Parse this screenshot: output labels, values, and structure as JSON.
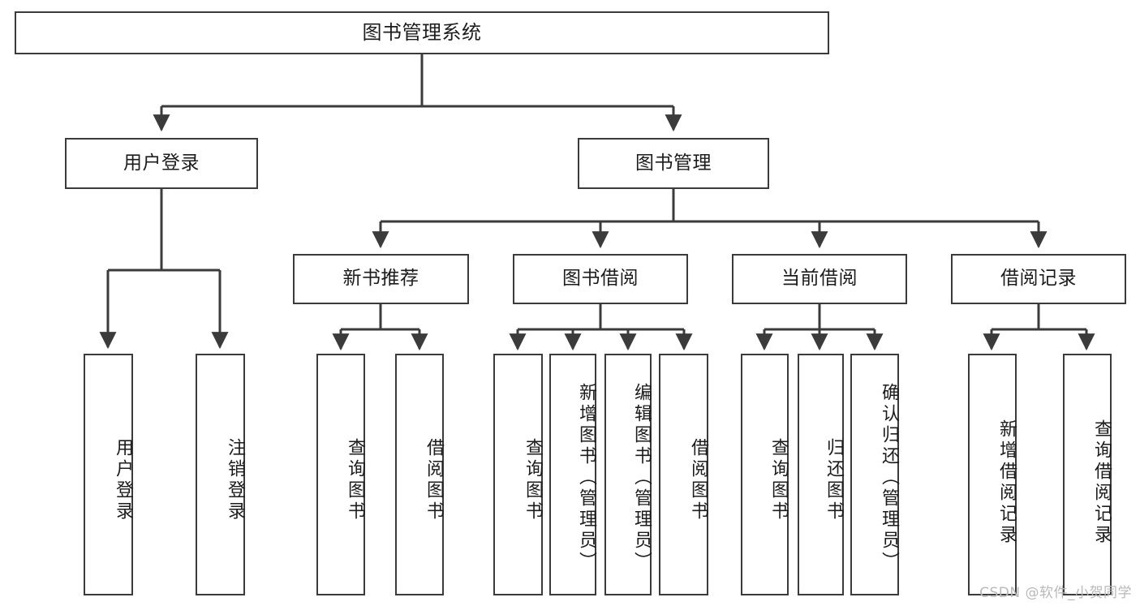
{
  "diagram": {
    "title": "图书管理系统",
    "watermark": "CSDN @软件_小贺同学",
    "line_color": "#3b3b3b",
    "box_fill": "#ffffff",
    "text_color": "#1c1c1c",
    "nodes": {
      "root": "图书管理系统",
      "level2": {
        "user_login": "用户登录",
        "book_manage": "图书管理"
      },
      "level3": {
        "new_book_recommend": "新书推荐",
        "book_borrow": "图书借阅",
        "current_borrow": "当前借阅",
        "borrow_record": "借阅记录"
      },
      "leaves": {
        "user_login": [
          "用户登录",
          "注销登录"
        ],
        "new_book_recommend": [
          "查询图书",
          "借阅图书"
        ],
        "book_borrow": [
          "查询图书",
          "新增图书（管理员）",
          "编辑图书（管理员）",
          "借阅图书"
        ],
        "current_borrow": [
          "查询图书",
          "归还图书",
          "确认归还（管理员）"
        ],
        "borrow_record": [
          "新增借阅记录",
          "查询借阅记录"
        ]
      }
    }
  }
}
